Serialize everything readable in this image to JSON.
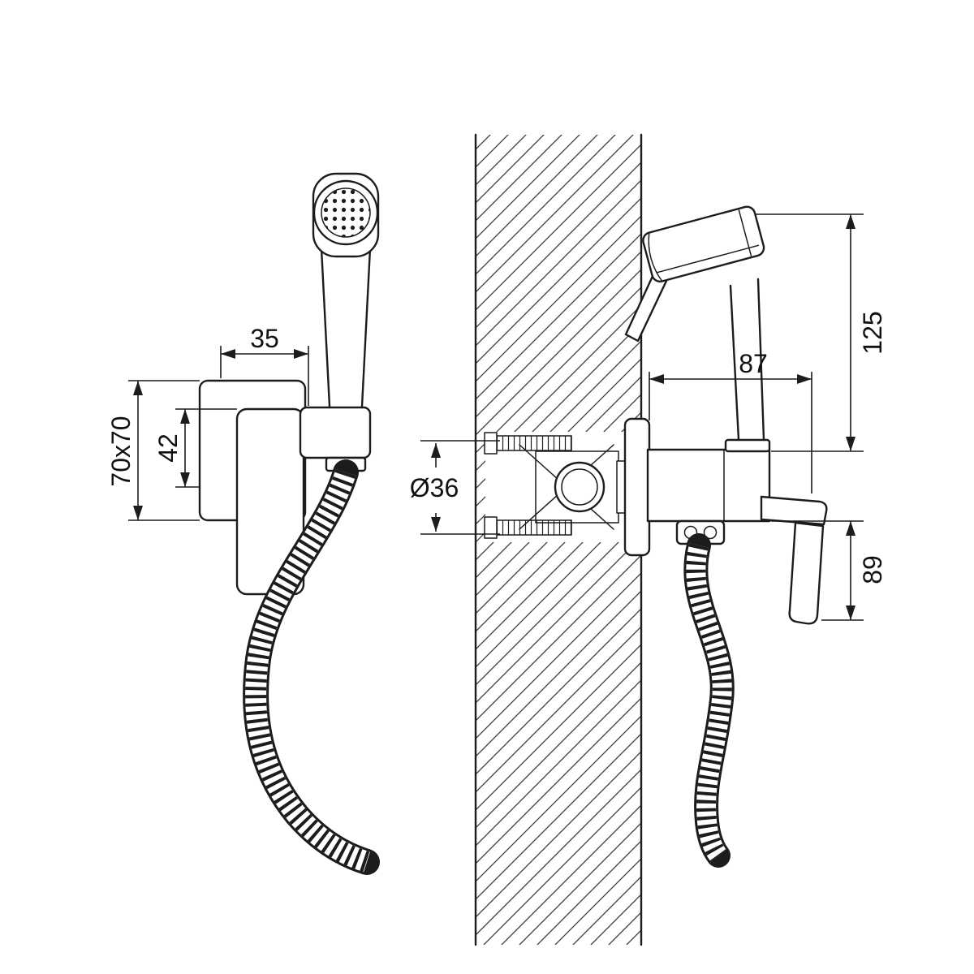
{
  "colors": {
    "ink": "#1c1c1c",
    "background": "#ffffff"
  },
  "dimensions": {
    "handle_offset": "35",
    "plate_size": "70x70",
    "holder_height": "42",
    "pipe_diameter": "Ø36",
    "wall_clearance": "87",
    "height_above": "125",
    "height_below": "89"
  }
}
